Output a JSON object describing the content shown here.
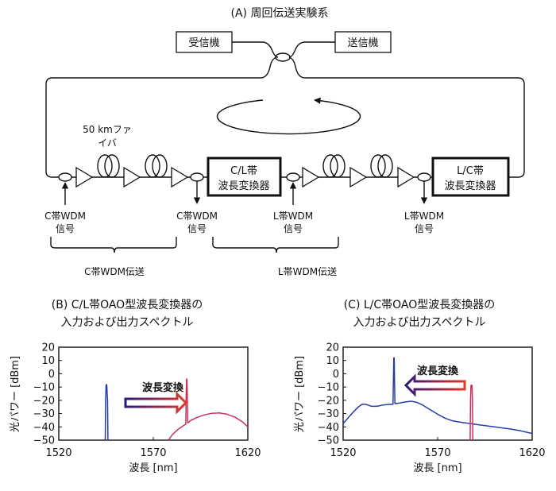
{
  "diagram": {
    "title": "(A) 周回伝送実験系",
    "receiver_label": "受信機",
    "transmitter_label": "送信機",
    "fiber_label_line1": "50 kmファ",
    "fiber_label_line2": "イバ",
    "cl_converter_line1": "C/L帯",
    "cl_converter_line2": "波長変換器",
    "lc_converter_line1": "L/C帯",
    "lc_converter_line2": "波長変換器",
    "c_in_line1": "C帯WDM",
    "c_in_line2": "信号",
    "c_out_line1": "C帯WDM",
    "c_out_line2": "信号",
    "l_in_line1": "L帯WDM",
    "l_in_line2": "信号",
    "l_out_line1": "L帯WDM",
    "l_out_line2": "信号",
    "c_transmission": "C帯WDM伝送",
    "l_transmission": "L帯WDM伝送"
  },
  "colors": {
    "input_spectrum": "#2a3aa8",
    "output_spectrum": "#c8325a",
    "arrow_start": "#2a1a7a",
    "arrow_end": "#e03a2a"
  },
  "chart_data": [
    {
      "type": "line",
      "title_line1": "(B) C/L帯OAO型波長変換器の",
      "title_line2": "入力および出力スペクトル",
      "xlabel": "波長 [nm]",
      "ylabel": "光パワー [dBm]",
      "xlim": [
        1520,
        1620
      ],
      "ylim": [
        -50,
        20
      ],
      "xticks": [
        "1520",
        "1570",
        "1620"
      ],
      "yticks": [
        "20",
        "10",
        "0",
        "-10",
        "-20",
        "-30",
        "-40",
        "-50"
      ],
      "annotation": "波長変換",
      "arrow_direction": "right",
      "grid": false,
      "series": [
        {
          "name": "input",
          "color": "#2a3aa8",
          "points": [
            [
              1544.6,
              -50
            ],
            [
              1544.8,
              -20
            ],
            [
              1545.0,
              -9
            ],
            [
              1545.2,
              -8
            ],
            [
              1545.4,
              -9
            ],
            [
              1545.6,
              -15
            ],
            [
              1545.8,
              -20
            ],
            [
              1546.0,
              -50
            ]
          ]
        },
        {
          "name": "output",
          "color": "#c8325a",
          "points": [
            [
              1578,
              -50
            ],
            [
              1580,
              -46
            ],
            [
              1583,
              -42
            ],
            [
              1586,
              -39
            ],
            [
              1587.2,
              -38
            ],
            [
              1587.4,
              -15
            ],
            [
              1587.6,
              -4
            ],
            [
              1587.8,
              -4
            ],
            [
              1588.0,
              -15
            ],
            [
              1588.2,
              -37
            ],
            [
              1590,
              -35
            ],
            [
              1593,
              -33
            ],
            [
              1597,
              -31
            ],
            [
              1601,
              -29.8
            ],
            [
              1605,
              -29.5
            ],
            [
              1609,
              -30.5
            ],
            [
              1613,
              -32.5
            ],
            [
              1617,
              -36
            ],
            [
              1620,
              -40
            ]
          ]
        }
      ]
    },
    {
      "type": "line",
      "title_line1": "(C) L/C帯OAO型波長変換器の",
      "title_line2": "入力および出力スペクトル",
      "xlabel": "波長 [nm]",
      "ylabel": "光パワー [dBm]",
      "xlim": [
        1520,
        1620
      ],
      "ylim": [
        -50,
        20
      ],
      "xticks": [
        "1520",
        "1570",
        "1620"
      ],
      "yticks": [
        "20",
        "10",
        "0",
        "-10",
        "-20",
        "-30",
        "-40",
        "-50"
      ],
      "annotation": "波長変換",
      "arrow_direction": "left",
      "grid": false,
      "series": [
        {
          "name": "output",
          "color": "#2a3aa8",
          "points": [
            [
              1520,
              -37.5
            ],
            [
              1524,
              -31
            ],
            [
              1528,
              -25
            ],
            [
              1530,
              -23
            ],
            [
              1532,
              -23
            ],
            [
              1535,
              -24.5
            ],
            [
              1538,
              -24.5
            ],
            [
              1541,
              -23.5
            ],
            [
              1545,
              -23
            ],
            [
              1546.4,
              -23
            ],
            [
              1546.6,
              -5
            ],
            [
              1546.8,
              12
            ],
            [
              1547.0,
              12
            ],
            [
              1547.2,
              -5
            ],
            [
              1547.4,
              -22.5
            ],
            [
              1550,
              -22
            ],
            [
              1553,
              -21.2
            ],
            [
              1556,
              -20.7
            ],
            [
              1559,
              -21.5
            ],
            [
              1562,
              -23.5
            ],
            [
              1566,
              -27
            ],
            [
              1570,
              -30.5
            ],
            [
              1574,
              -33.5
            ],
            [
              1578,
              -35.5
            ],
            [
              1582,
              -36.5
            ],
            [
              1586,
              -37.3
            ],
            [
              1592,
              -38.5
            ],
            [
              1600,
              -40
            ],
            [
              1608,
              -41.5
            ],
            [
              1614,
              -43
            ],
            [
              1620,
              -45
            ]
          ]
        },
        {
          "name": "input",
          "color": "#c8325a",
          "points": [
            [
              1587.2,
              -50
            ],
            [
              1587.4,
              -20
            ],
            [
              1587.6,
              -9
            ],
            [
              1587.9,
              -8.5
            ],
            [
              1588.2,
              -9
            ],
            [
              1588.4,
              -20
            ],
            [
              1588.6,
              -50
            ]
          ]
        }
      ]
    }
  ]
}
